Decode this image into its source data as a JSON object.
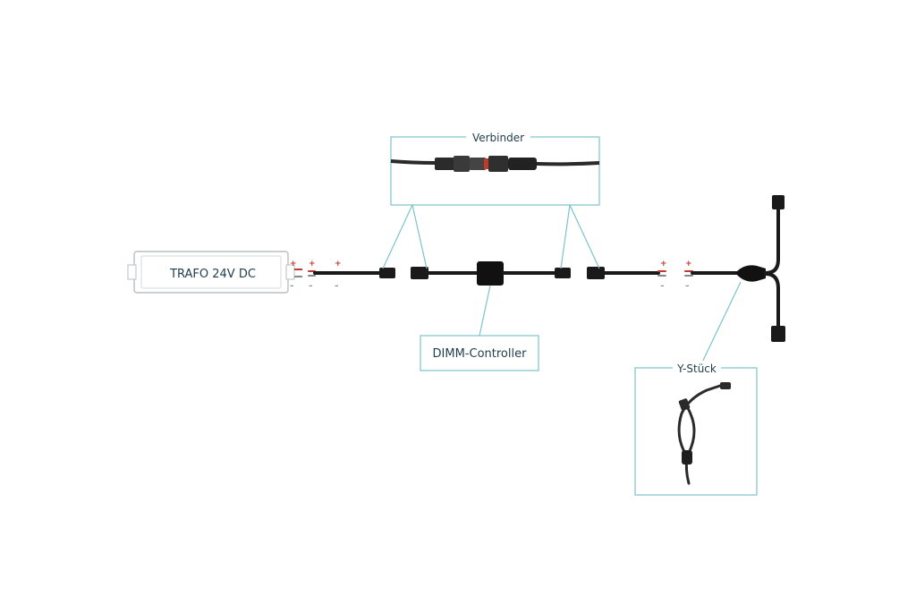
{
  "labels": {
    "trafo": "TRAFO 24V DC",
    "verbinder": "Verbinder",
    "dimm_controller": "DIMM-Controller",
    "y_stueck": "Y-Stück"
  },
  "polarity": {
    "plus": "+",
    "minus": "–"
  },
  "colors": {
    "accent_line": "#7cc3cc",
    "plus_color": "#c0392b",
    "minus_color": "#7d8c92",
    "cable": "#1a1a1a",
    "label_text": "#1f3d4d"
  }
}
